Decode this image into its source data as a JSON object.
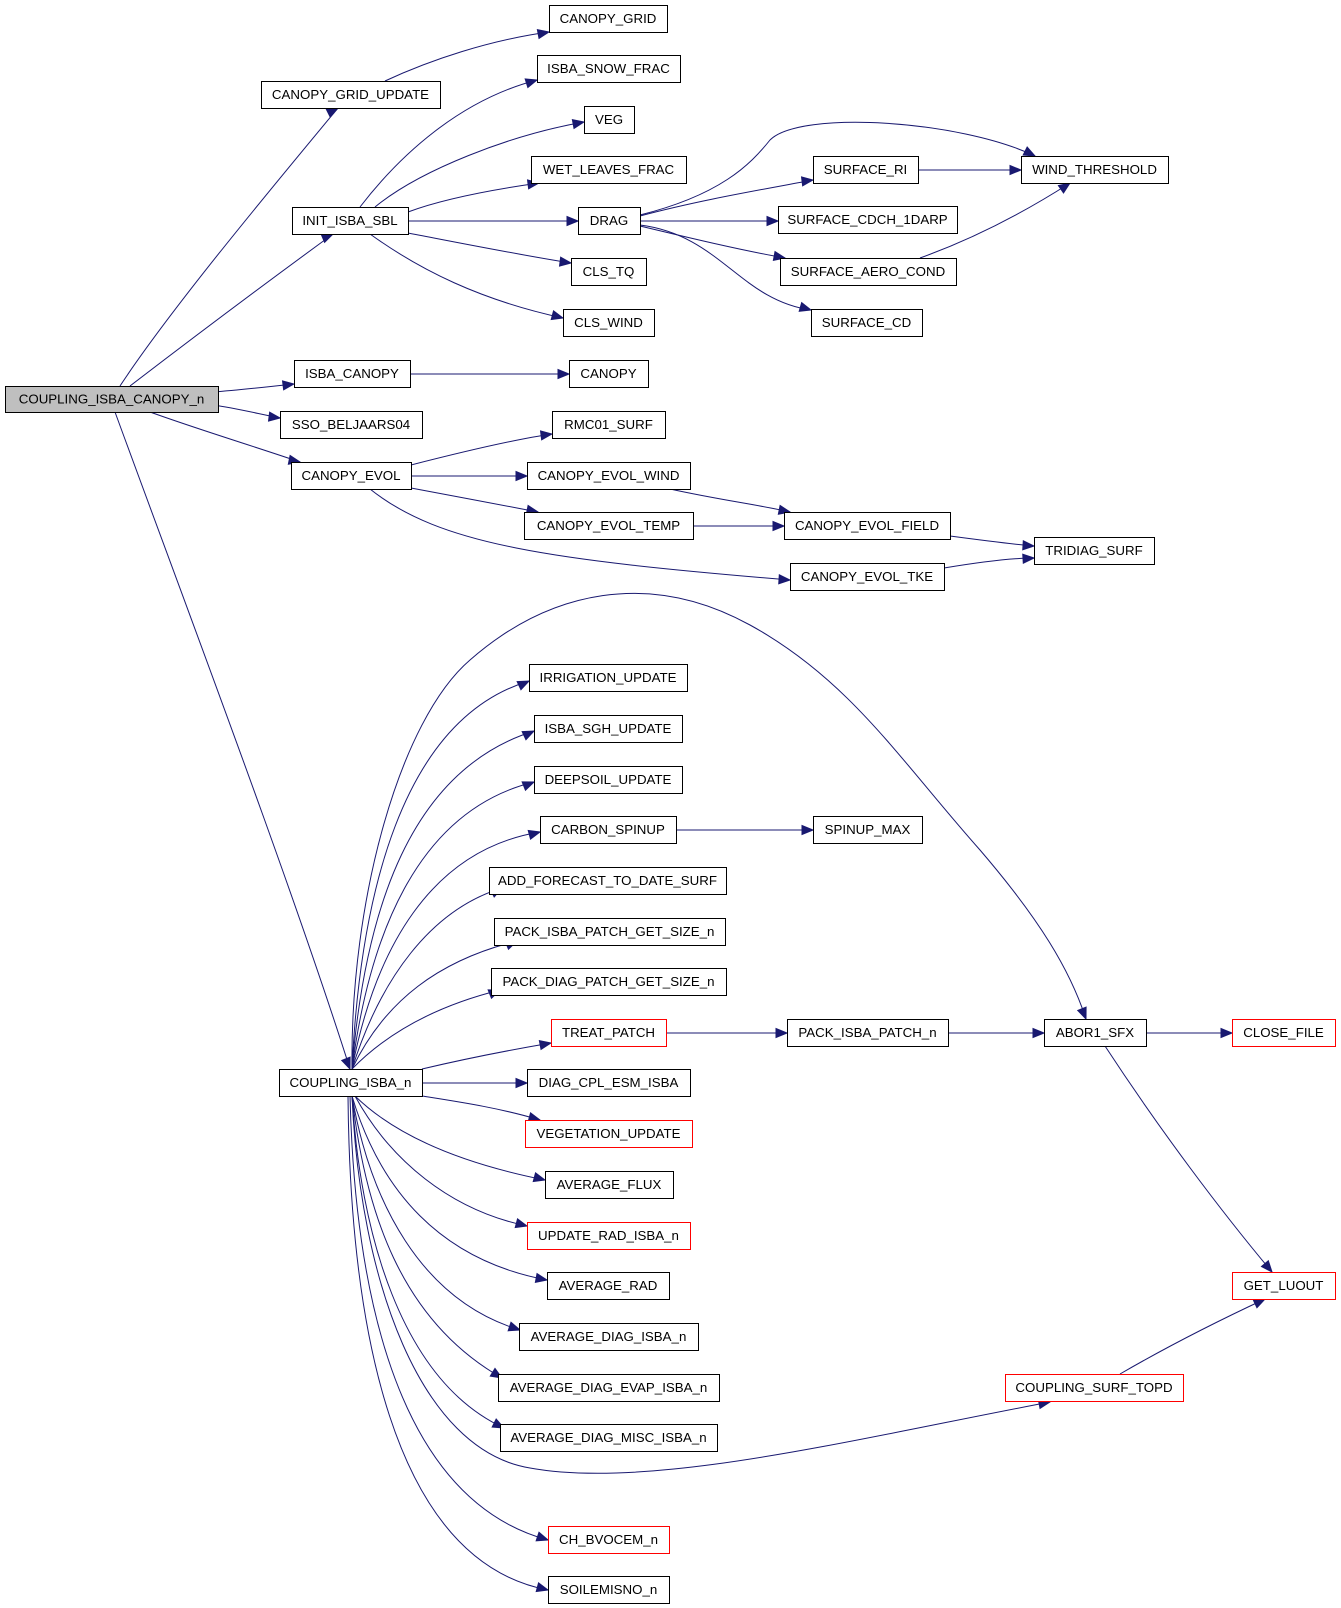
{
  "root": "COUPLING_ISBA_CANOPY_n",
  "nodes": [
    {
      "id": "coupling_isba_canopy_n",
      "label": "COUPLING_ISBA_CANOPY_n",
      "root": true
    },
    {
      "id": "canopy_grid_update",
      "label": "CANOPY_GRID_UPDATE"
    },
    {
      "id": "canopy_grid",
      "label": "CANOPY_GRID"
    },
    {
      "id": "init_isba_sbl",
      "label": "INIT_ISBA_SBL"
    },
    {
      "id": "isba_snow_frac",
      "label": "ISBA_SNOW_FRAC"
    },
    {
      "id": "veg",
      "label": "VEG"
    },
    {
      "id": "wet_leaves_frac",
      "label": "WET_LEAVES_FRAC"
    },
    {
      "id": "drag",
      "label": "DRAG"
    },
    {
      "id": "cls_tq",
      "label": "CLS_TQ"
    },
    {
      "id": "cls_wind",
      "label": "CLS_WIND"
    },
    {
      "id": "surface_ri",
      "label": "SURFACE_RI"
    },
    {
      "id": "wind_threshold",
      "label": "WIND_THRESHOLD"
    },
    {
      "id": "surface_cdch_1darp",
      "label": "SURFACE_CDCH_1DARP"
    },
    {
      "id": "surface_aero_cond",
      "label": "SURFACE_AERO_COND"
    },
    {
      "id": "surface_cd",
      "label": "SURFACE_CD"
    },
    {
      "id": "isba_canopy",
      "label": "ISBA_CANOPY"
    },
    {
      "id": "canopy",
      "label": "CANOPY"
    },
    {
      "id": "sso_beljaars04",
      "label": "SSO_BELJAARS04"
    },
    {
      "id": "canopy_evol",
      "label": "CANOPY_EVOL"
    },
    {
      "id": "rmc01_surf",
      "label": "RMC01_SURF"
    },
    {
      "id": "canopy_evol_wind",
      "label": "CANOPY_EVOL_WIND"
    },
    {
      "id": "canopy_evol_temp",
      "label": "CANOPY_EVOL_TEMP"
    },
    {
      "id": "canopy_evol_field",
      "label": "CANOPY_EVOL_FIELD"
    },
    {
      "id": "tridiag_surf",
      "label": "TRIDIAG_SURF"
    },
    {
      "id": "canopy_evol_tke",
      "label": "CANOPY_EVOL_TKE"
    },
    {
      "id": "coupling_isba_n",
      "label": "COUPLING_ISBA_n"
    },
    {
      "id": "irrigation_update",
      "label": "IRRIGATION_UPDATE"
    },
    {
      "id": "isba_sgh_update",
      "label": "ISBA_SGH_UPDATE"
    },
    {
      "id": "deepsoil_update",
      "label": "DEEPSOIL_UPDATE"
    },
    {
      "id": "carbon_spinup",
      "label": "CARBON_SPINUP"
    },
    {
      "id": "spinup_max",
      "label": "SPINUP_MAX"
    },
    {
      "id": "add_forecast_to_date_surf",
      "label": "ADD_FORECAST_TO_DATE_SURF"
    },
    {
      "id": "pack_isba_patch_get_size_n",
      "label": "PACK_ISBA_PATCH_GET_SIZE_n"
    },
    {
      "id": "pack_diag_patch_get_size_n",
      "label": "PACK_DIAG_PATCH_GET_SIZE_n"
    },
    {
      "id": "treat_patch",
      "label": "TREAT_PATCH",
      "truncated": true
    },
    {
      "id": "pack_isba_patch_n",
      "label": "PACK_ISBA_PATCH_n"
    },
    {
      "id": "abor1_sfx",
      "label": "ABOR1_SFX"
    },
    {
      "id": "close_file",
      "label": "CLOSE_FILE",
      "truncated": true
    },
    {
      "id": "diag_cpl_esm_isba",
      "label": "DIAG_CPL_ESM_ISBA"
    },
    {
      "id": "vegetation_update",
      "label": "VEGETATION_UPDATE",
      "truncated": true
    },
    {
      "id": "average_flux",
      "label": "AVERAGE_FLUX"
    },
    {
      "id": "update_rad_isba_n",
      "label": "UPDATE_RAD_ISBA_n",
      "truncated": true
    },
    {
      "id": "average_rad",
      "label": "AVERAGE_RAD"
    },
    {
      "id": "get_luout",
      "label": "GET_LUOUT",
      "truncated": true
    },
    {
      "id": "average_diag_isba_n",
      "label": "AVERAGE_DIAG_ISBA_n"
    },
    {
      "id": "average_diag_evap_isba_n",
      "label": "AVERAGE_DIAG_EVAP_ISBA_n"
    },
    {
      "id": "coupling_surf_topd",
      "label": "COUPLING_SURF_TOPD",
      "truncated": true
    },
    {
      "id": "average_diag_misc_isba_n",
      "label": "AVERAGE_DIAG_MISC_ISBA_n"
    },
    {
      "id": "ch_bvocem_n",
      "label": "CH_BVOCEM_n",
      "truncated": true
    },
    {
      "id": "soilemisno_n",
      "label": "SOILEMISNO_n"
    }
  ],
  "edges": [
    {
      "from": "coupling_isba_canopy_n",
      "to": "canopy_grid_update"
    },
    {
      "from": "coupling_isba_canopy_n",
      "to": "init_isba_sbl"
    },
    {
      "from": "coupling_isba_canopy_n",
      "to": "isba_canopy"
    },
    {
      "from": "coupling_isba_canopy_n",
      "to": "sso_beljaars04"
    },
    {
      "from": "coupling_isba_canopy_n",
      "to": "canopy_evol"
    },
    {
      "from": "coupling_isba_canopy_n",
      "to": "coupling_isba_n"
    },
    {
      "from": "canopy_grid_update",
      "to": "canopy_grid"
    },
    {
      "from": "init_isba_sbl",
      "to": "isba_snow_frac"
    },
    {
      "from": "init_isba_sbl",
      "to": "veg"
    },
    {
      "from": "init_isba_sbl",
      "to": "wet_leaves_frac"
    },
    {
      "from": "init_isba_sbl",
      "to": "drag"
    },
    {
      "from": "init_isba_sbl",
      "to": "cls_tq"
    },
    {
      "from": "init_isba_sbl",
      "to": "cls_wind"
    },
    {
      "from": "drag",
      "to": "wind_threshold"
    },
    {
      "from": "drag",
      "to": "surface_ri"
    },
    {
      "from": "drag",
      "to": "surface_cdch_1darp"
    },
    {
      "from": "drag",
      "to": "surface_aero_cond"
    },
    {
      "from": "drag",
      "to": "surface_cd"
    },
    {
      "from": "surface_ri",
      "to": "wind_threshold"
    },
    {
      "from": "surface_aero_cond",
      "to": "wind_threshold"
    },
    {
      "from": "isba_canopy",
      "to": "canopy"
    },
    {
      "from": "canopy_evol",
      "to": "rmc01_surf"
    },
    {
      "from": "canopy_evol",
      "to": "canopy_evol_wind"
    },
    {
      "from": "canopy_evol",
      "to": "canopy_evol_temp"
    },
    {
      "from": "canopy_evol",
      "to": "canopy_evol_tke"
    },
    {
      "from": "canopy_evol_wind",
      "to": "canopy_evol_field"
    },
    {
      "from": "canopy_evol_temp",
      "to": "canopy_evol_field"
    },
    {
      "from": "canopy_evol_field",
      "to": "tridiag_surf"
    },
    {
      "from": "canopy_evol_tke",
      "to": "tridiag_surf"
    },
    {
      "from": "coupling_isba_n",
      "to": "abor1_sfx"
    },
    {
      "from": "coupling_isba_n",
      "to": "irrigation_update"
    },
    {
      "from": "coupling_isba_n",
      "to": "isba_sgh_update"
    },
    {
      "from": "coupling_isba_n",
      "to": "deepsoil_update"
    },
    {
      "from": "coupling_isba_n",
      "to": "carbon_spinup"
    },
    {
      "from": "coupling_isba_n",
      "to": "add_forecast_to_date_surf"
    },
    {
      "from": "coupling_isba_n",
      "to": "pack_isba_patch_get_size_n"
    },
    {
      "from": "coupling_isba_n",
      "to": "pack_diag_patch_get_size_n"
    },
    {
      "from": "coupling_isba_n",
      "to": "treat_patch"
    },
    {
      "from": "coupling_isba_n",
      "to": "diag_cpl_esm_isba"
    },
    {
      "from": "coupling_isba_n",
      "to": "vegetation_update"
    },
    {
      "from": "coupling_isba_n",
      "to": "average_flux"
    },
    {
      "from": "coupling_isba_n",
      "to": "update_rad_isba_n"
    },
    {
      "from": "coupling_isba_n",
      "to": "average_rad"
    },
    {
      "from": "coupling_isba_n",
      "to": "average_diag_isba_n"
    },
    {
      "from": "coupling_isba_n",
      "to": "average_diag_evap_isba_n"
    },
    {
      "from": "coupling_isba_n",
      "to": "average_diag_misc_isba_n"
    },
    {
      "from": "coupling_isba_n",
      "to": "coupling_surf_topd"
    },
    {
      "from": "coupling_isba_n",
      "to": "ch_bvocem_n"
    },
    {
      "from": "coupling_isba_n",
      "to": "soilemisno_n"
    },
    {
      "from": "carbon_spinup",
      "to": "spinup_max"
    },
    {
      "from": "treat_patch",
      "to": "pack_isba_patch_n"
    },
    {
      "from": "pack_isba_patch_n",
      "to": "abor1_sfx"
    },
    {
      "from": "abor1_sfx",
      "to": "close_file"
    },
    {
      "from": "abor1_sfx",
      "to": "get_luout"
    },
    {
      "from": "coupling_surf_topd",
      "to": "get_luout"
    }
  ],
  "colors": {
    "edge": "#191970",
    "node_border": "#000000",
    "truncated_border": "#ff0000",
    "root_fill": "#bfbfbf",
    "node_fill": "#ffffff"
  }
}
